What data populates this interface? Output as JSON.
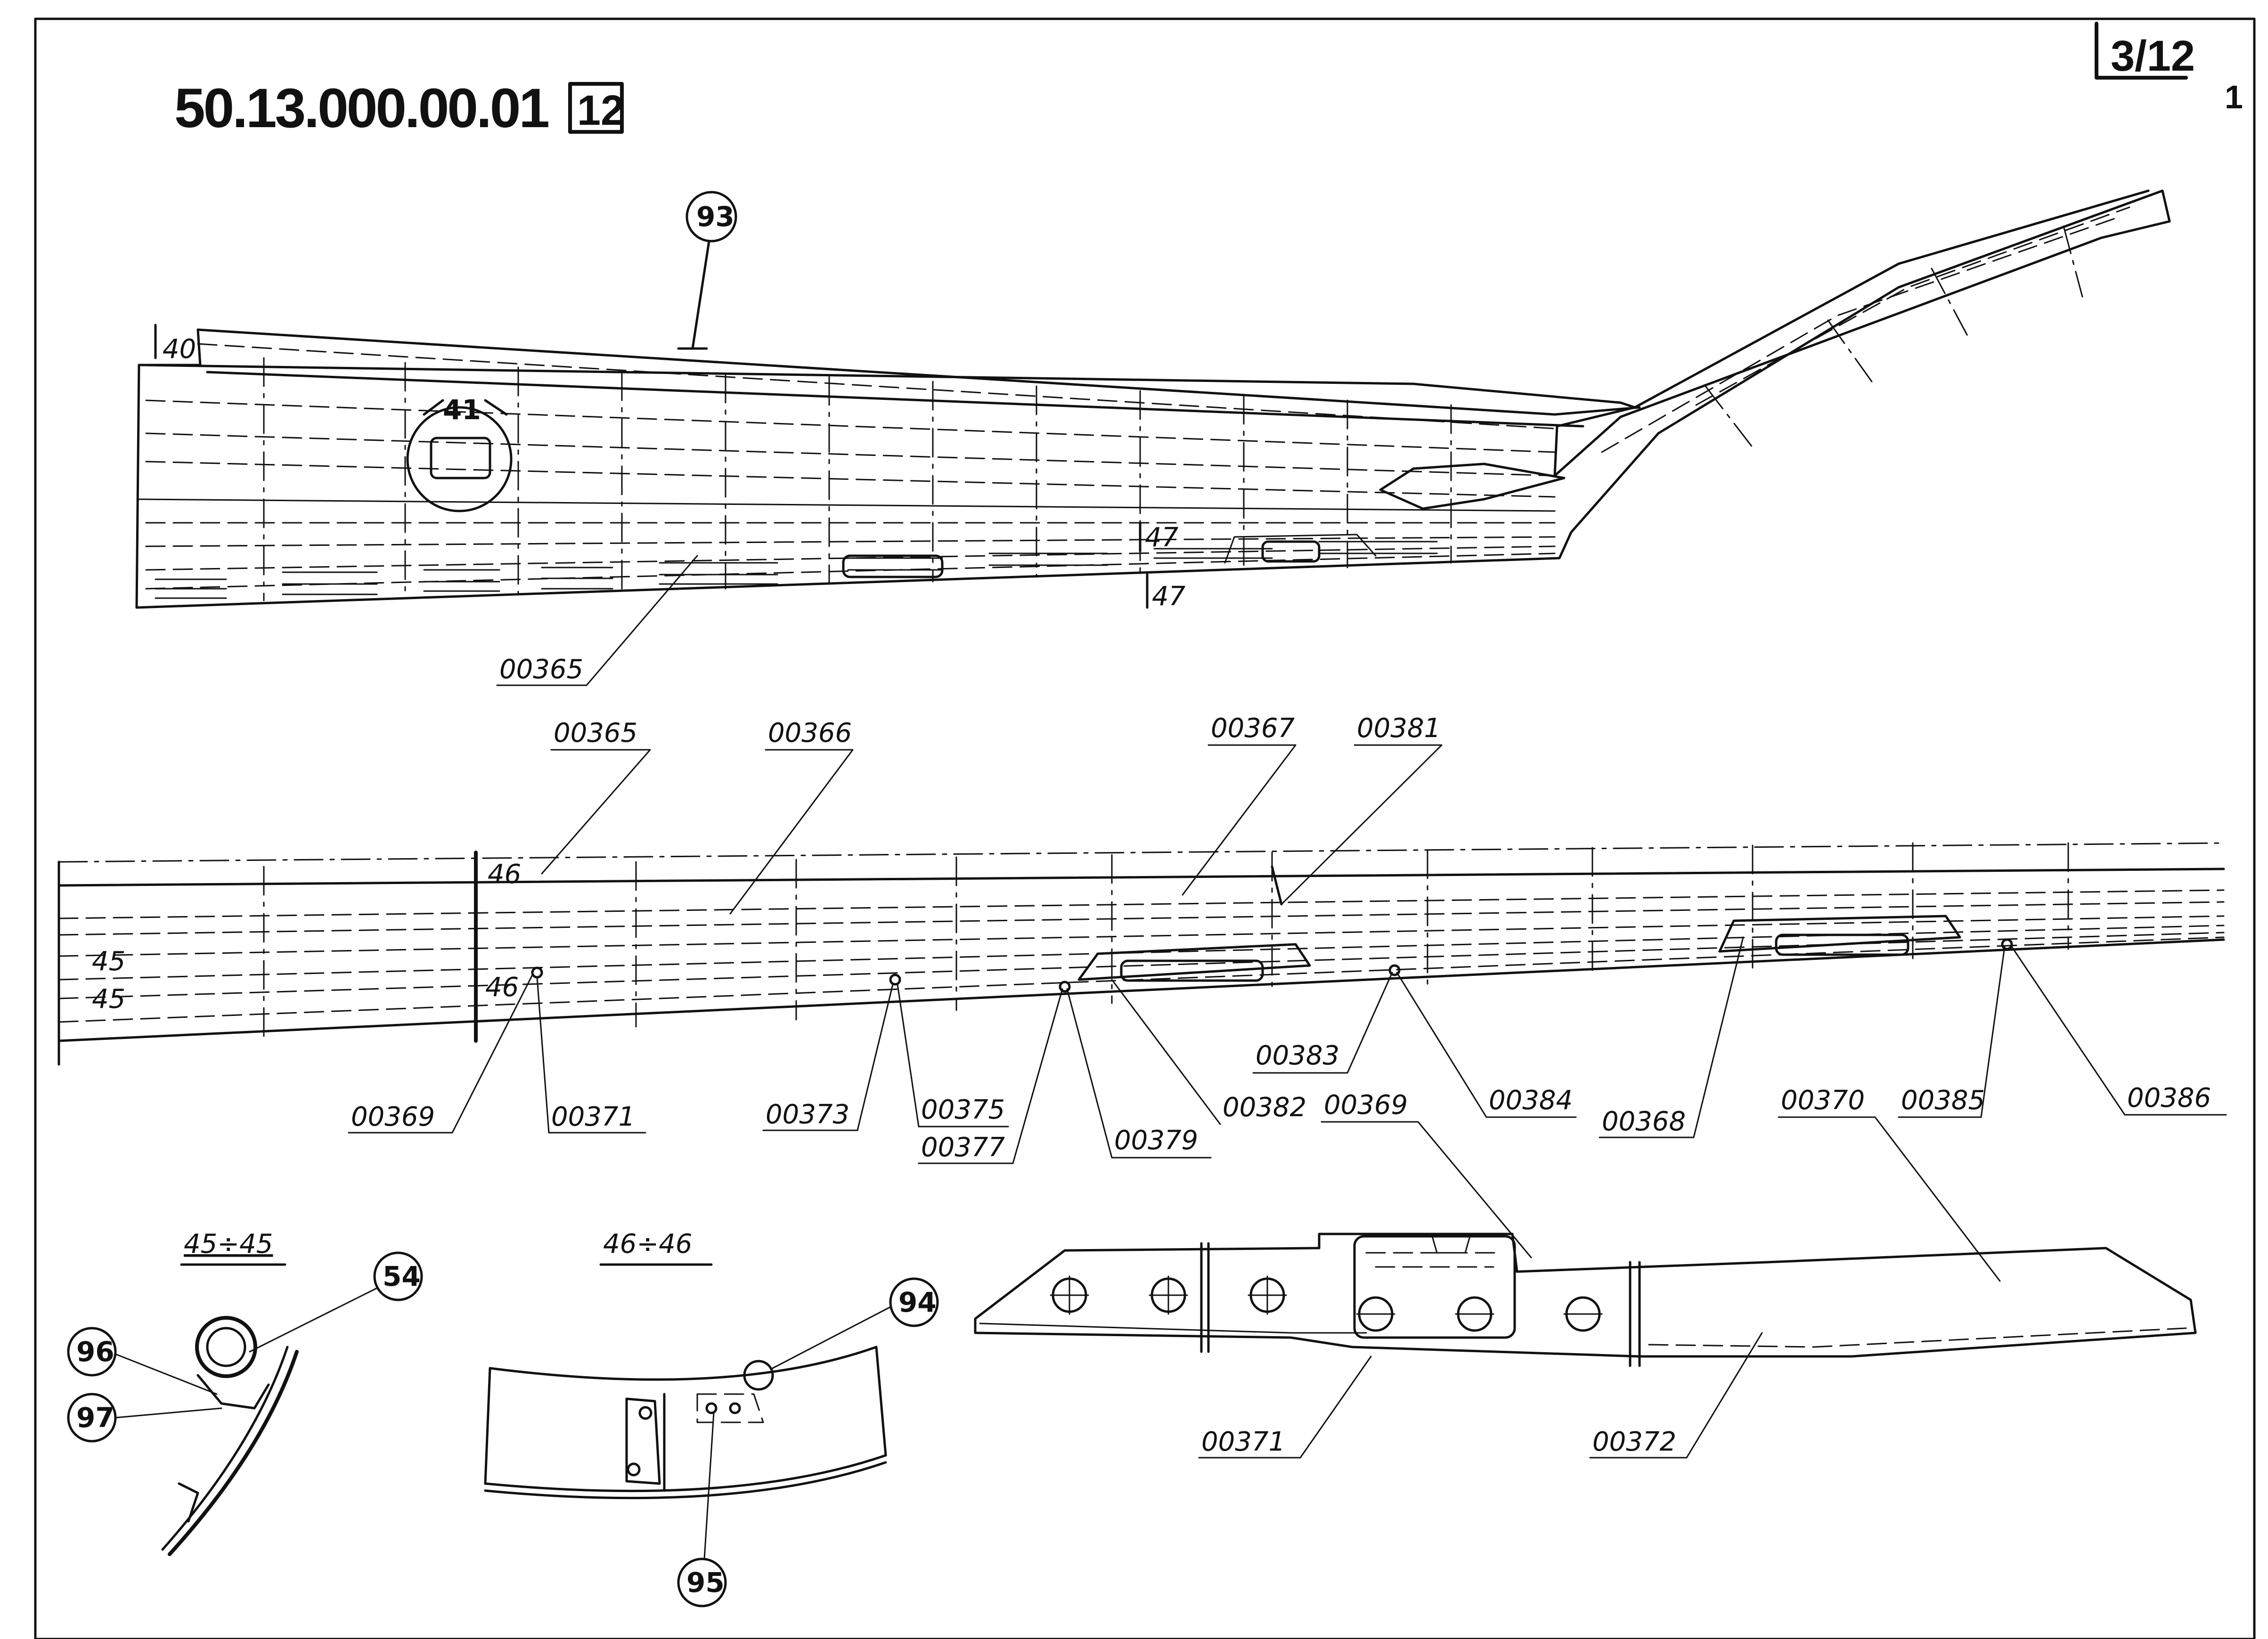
{
  "header": {
    "drawing_number": "50.13.000.00.01",
    "boxed_number": "12",
    "sheet": "3/12",
    "sheet_sub": "1"
  },
  "view_top": {
    "callouts": {
      "c93": "93",
      "c41": "41"
    },
    "dims": {
      "d40": "40",
      "d47a": "47",
      "d47b": "47"
    },
    "part_00365": "00365"
  },
  "view_middle": {
    "labels": {
      "p00365": "00365",
      "p00366": "00366",
      "p00367": "00367",
      "p00381": "00381",
      "p00369": "00369",
      "p00371": "00371",
      "p00373": "00373",
      "p00375": "00375",
      "p00377": "00377",
      "p00379": "00379",
      "p00382": "00382",
      "p00383": "00383",
      "p00384": "00384",
      "p00368": "00368",
      "p00385": "00385",
      "p00386": "00386",
      "p00369b": "00369",
      "p00370": "00370"
    },
    "section_marks": {
      "s46a": "46",
      "s46b": "46",
      "s45a": "45",
      "s45b": "45"
    }
  },
  "section_45": {
    "title": "45÷45",
    "callouts": {
      "c54": "54",
      "c96": "96",
      "c97": "97"
    }
  },
  "section_46": {
    "title": "46÷46",
    "callouts": {
      "c94": "94",
      "c95": "95"
    }
  },
  "detail_bracket": {
    "labels": {
      "p00371": "00371",
      "p00372": "00372"
    }
  }
}
